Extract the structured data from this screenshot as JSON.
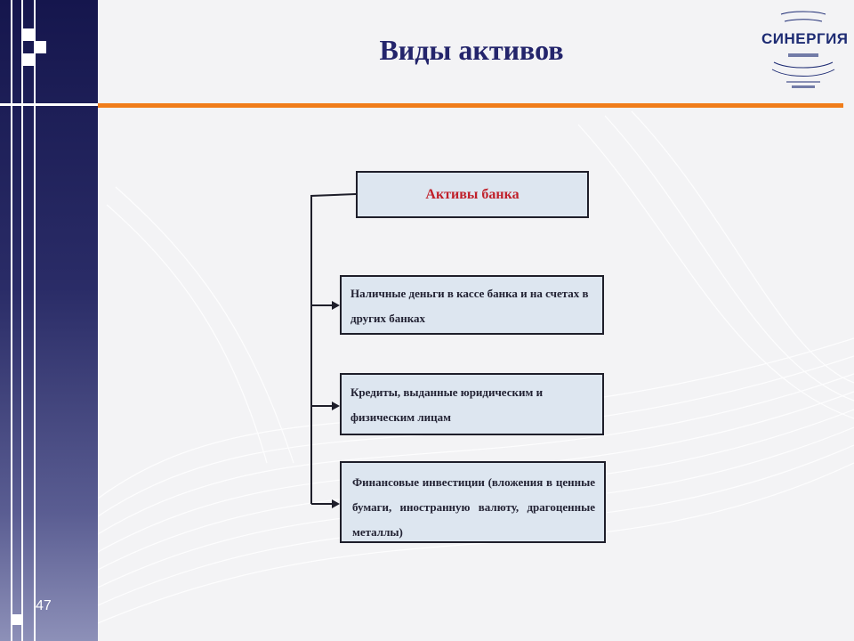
{
  "slide": {
    "title": "Виды активов",
    "page_number": "47"
  },
  "logo": {
    "name": "СИНЕРГИЯ"
  },
  "diagram": {
    "root": "Активы банка",
    "items": [
      "Наличные деньги в кассе банка  и на счетах в других банках",
      "Кредиты, выданные юридическим и физическим лицам",
      "Финансовые инвестиции (вложения в ценные бумаги, иностранную валюту, драгоценные металлы)"
    ]
  },
  "colors": {
    "title": "#23246b",
    "root_text": "#c0202a",
    "accent_rule": "#f07d1a",
    "sidebar": "#15164d",
    "box_fill": "#dde6f0"
  }
}
